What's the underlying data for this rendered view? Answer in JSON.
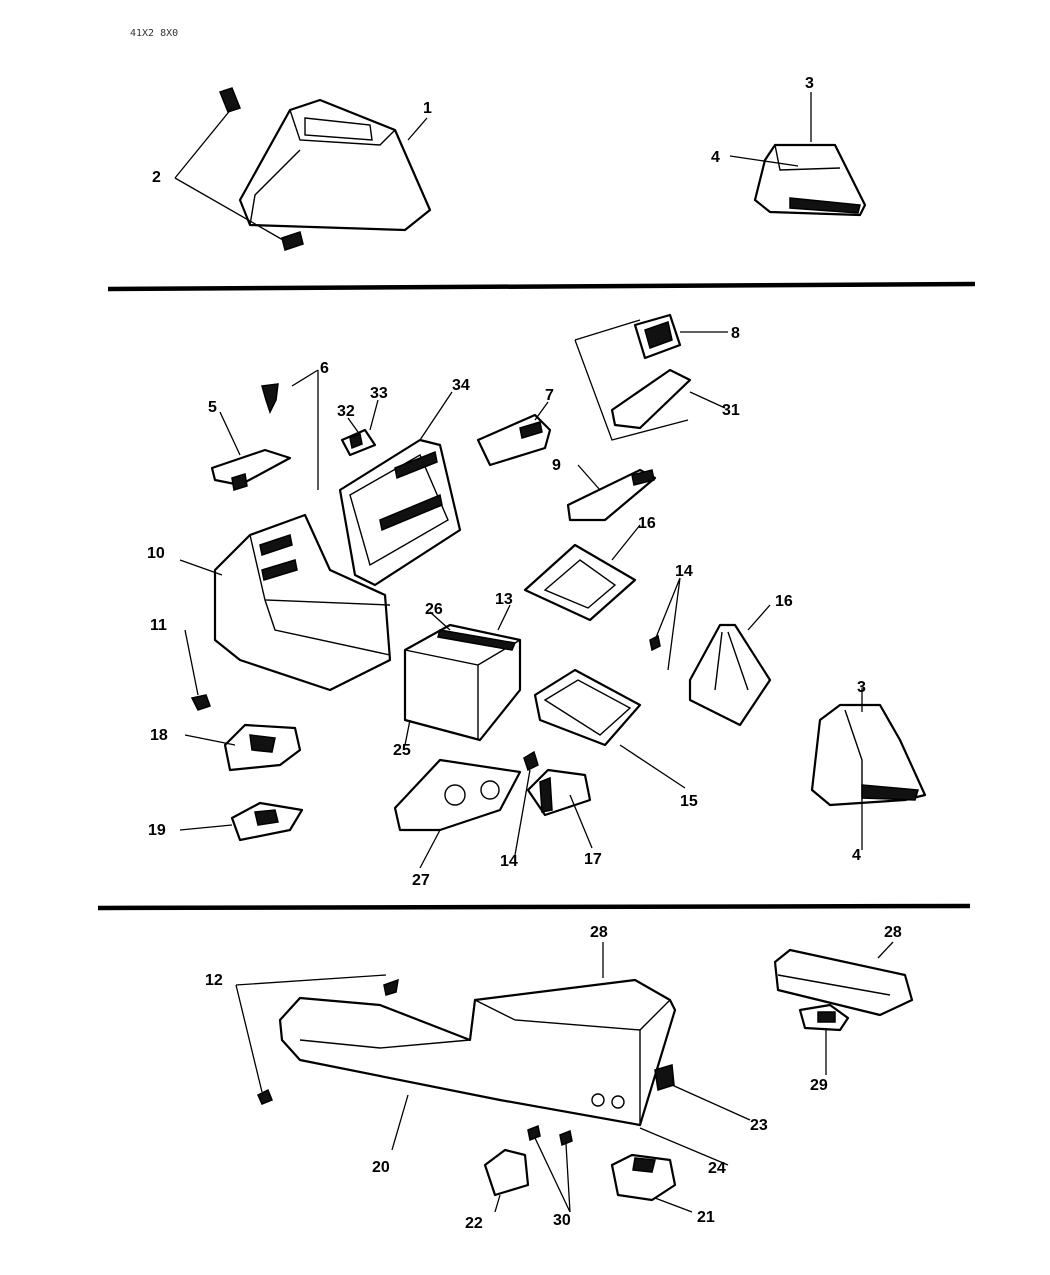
{
  "drawing_code": "41X2 8X0",
  "callouts": {
    "c1": "1",
    "c2": "2",
    "c3a": "3",
    "c4a": "4",
    "c5": "5",
    "c6": "6",
    "c7": "7",
    "c8": "8",
    "c9": "9",
    "c10": "10",
    "c11": "11",
    "c12": "12",
    "c13": "13",
    "c14a": "14",
    "c14b": "14",
    "c15": "15",
    "c16a": "16",
    "c16b": "16",
    "c17": "17",
    "c18": "18",
    "c19": "19",
    "c20": "20",
    "c21": "21",
    "c22": "22",
    "c23": "23",
    "c24": "24",
    "c25": "25",
    "c26": "26",
    "c27": "27",
    "c28a": "28",
    "c28b": "28",
    "c29": "29",
    "c30": "30",
    "c31": "31",
    "c32": "32",
    "c33": "33",
    "c34": "34",
    "c3b": "3",
    "c4b": "4"
  }
}
